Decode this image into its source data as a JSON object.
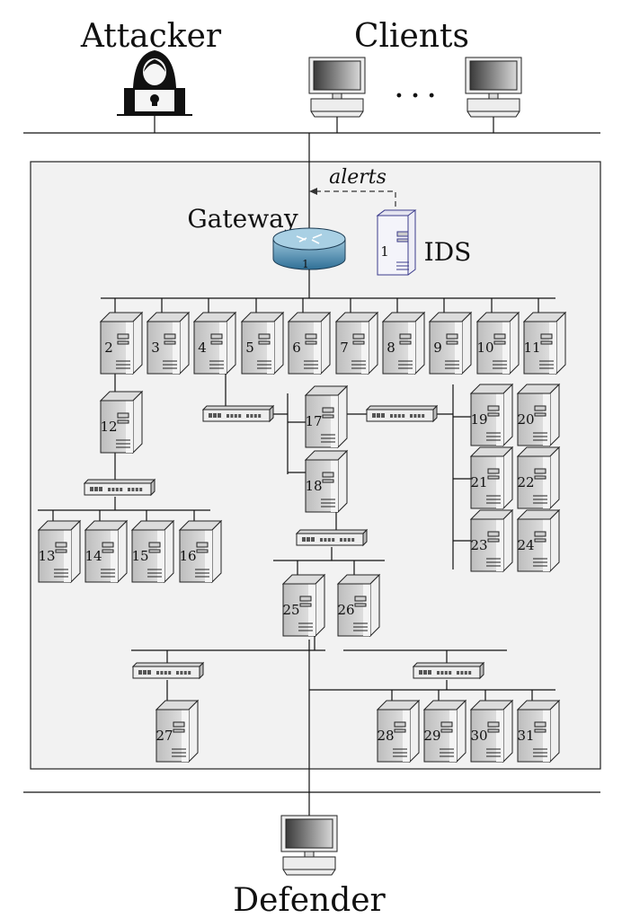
{
  "labels": {
    "attacker": "Attacker",
    "clients": "Clients",
    "ellipsis": ". . .",
    "alerts": "alerts",
    "gateway": "Gateway",
    "ids": "IDS",
    "defender": "Defender"
  },
  "nodes": {
    "gateway": "1",
    "ids": "1",
    "servers": [
      "2",
      "3",
      "4",
      "5",
      "6",
      "7",
      "8",
      "9",
      "10",
      "11",
      "12",
      "13",
      "14",
      "15",
      "16",
      "17",
      "18",
      "19",
      "20",
      "21",
      "22",
      "23",
      "24",
      "25",
      "26",
      "27",
      "28",
      "29",
      "30",
      "31"
    ]
  },
  "colors": {
    "zone_fill": "#f2f2f2",
    "server_face": "#ececec",
    "router": "#4f8bb0",
    "ids_outline": "#3c3c8c",
    "monitor_screen": "#555555"
  }
}
